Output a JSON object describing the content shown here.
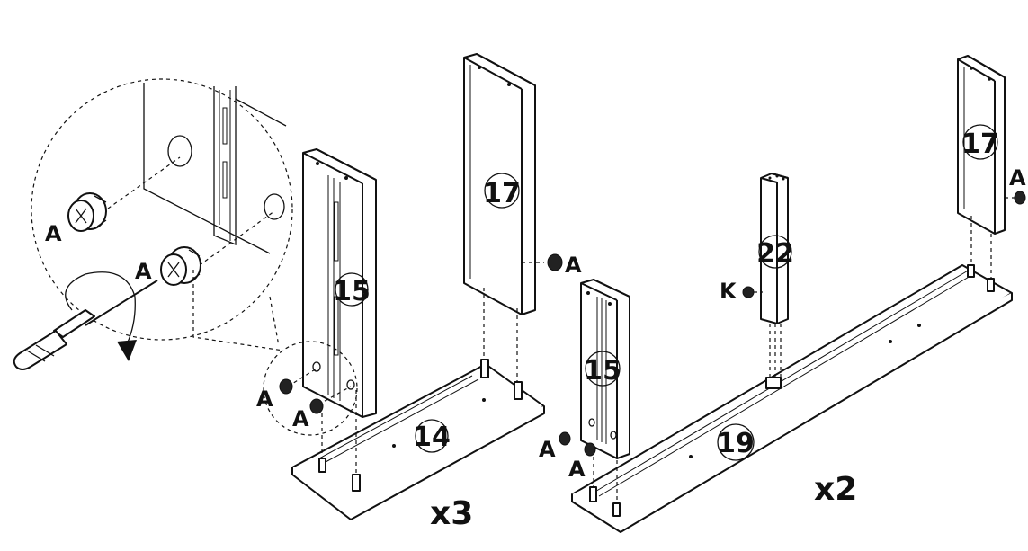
{
  "labels": {
    "fastener_a": "A",
    "fastener_k": "K",
    "part_14": "14",
    "part_15": "15",
    "part_17": "17",
    "part_19": "19",
    "part_22": "22",
    "qty_left": "x3",
    "qty_right": "x2"
  }
}
